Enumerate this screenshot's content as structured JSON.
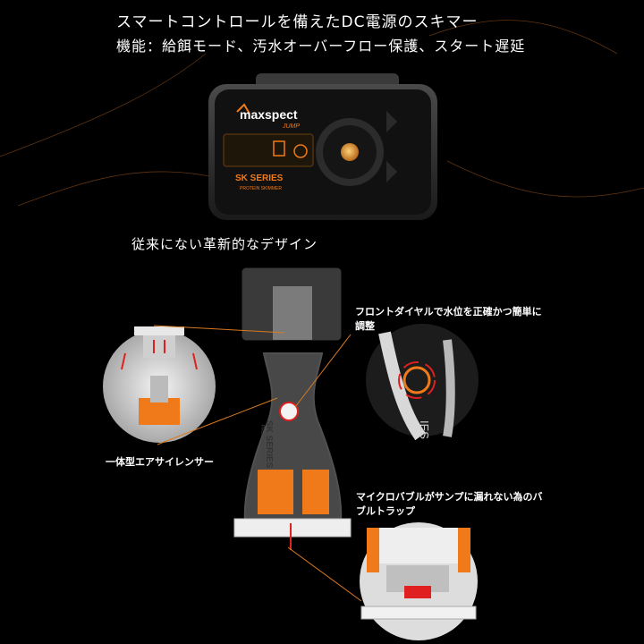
{
  "header": {
    "line1": "スマートコントロールを備えたDC電源のスキマー",
    "line2": "機能：給餌モード、汚水オーバーフロー保護、スタート遅延",
    "line3": "従来にない革新的なデザイン"
  },
  "controller": {
    "brand": "maxspect",
    "sub": "JUMP",
    "series": "SK SERIES",
    "series_sub": "PROTEIN SKIMMER"
  },
  "skimmer": {
    "series": "SK SERIES",
    "series_sub": "PROTEIN SKIMMER"
  },
  "annotations": {
    "dial": "フロントダイヤルで水位を正確かつ簡単に調整",
    "air": "一体型エアサイレンサー",
    "bubble": "マイクロバブルがサンプに漏れない為のバブルトラップ"
  },
  "colors": {
    "accent": "#f07a1a",
    "line": "#d97a22"
  }
}
